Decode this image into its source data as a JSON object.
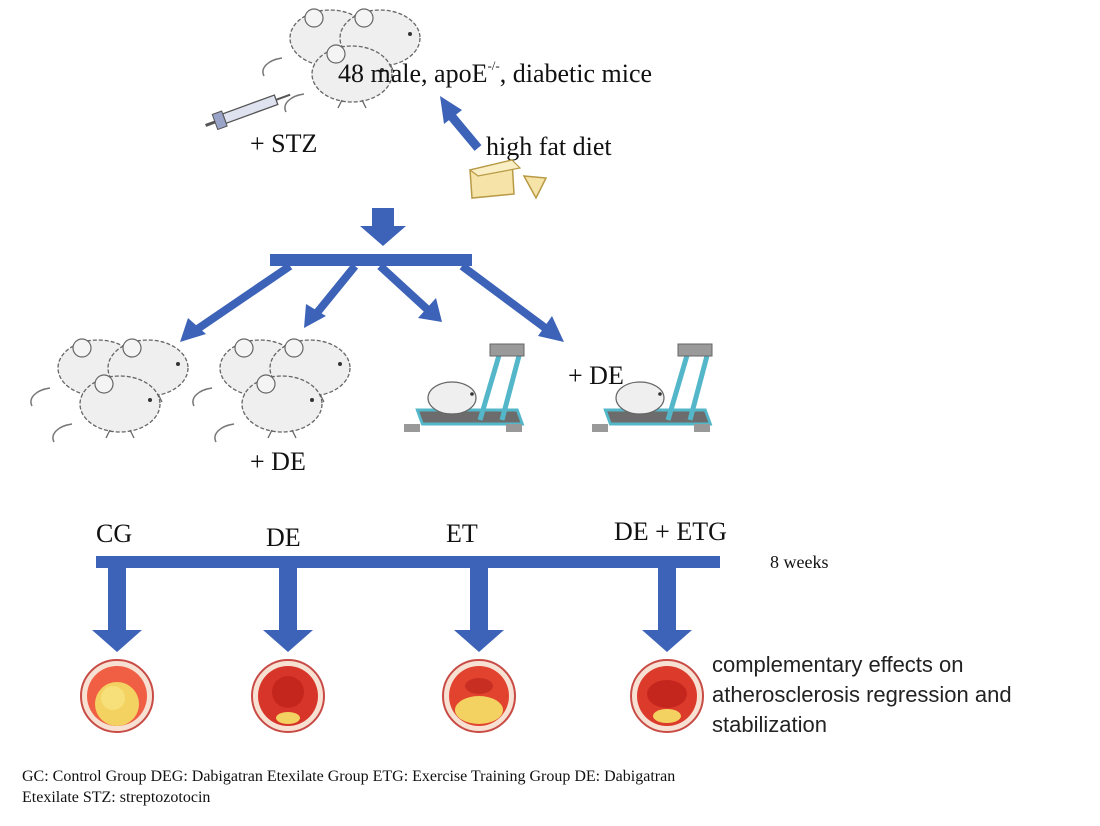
{
  "top": {
    "mice_label": "48 male, apoE",
    "mice_label_sup": "-/-",
    "mice_label_rest": ", diabetic mice",
    "stz_label": "+ STZ",
    "diet_label": "high fat diet"
  },
  "treatments": {
    "de_label_1": "+ DE",
    "de_label_2": "+ DE"
  },
  "groups": [
    {
      "label": "CG"
    },
    {
      "label": "DE"
    },
    {
      "label": "ET"
    },
    {
      "label": "DE + ETG"
    }
  ],
  "duration": "8 weeks",
  "outcome": {
    "line1": "complementary effects on",
    "line2": "atherosclerosis regression and",
    "line3": "stabilization"
  },
  "legend": {
    "line1": "GC: Control Group   DEG: Dabigatran Etexilate Group   ETG: Exercise Training Group   DE: Dabigatran",
    "line2": "Etexilate  STZ: streptozotocin"
  },
  "colors": {
    "arrow": "#3d63b8",
    "mouse": "#eeeeee",
    "treadmill": "#53b7c9",
    "plaque_yellow": "#f3d262",
    "vessel_red": "#d8352a"
  }
}
